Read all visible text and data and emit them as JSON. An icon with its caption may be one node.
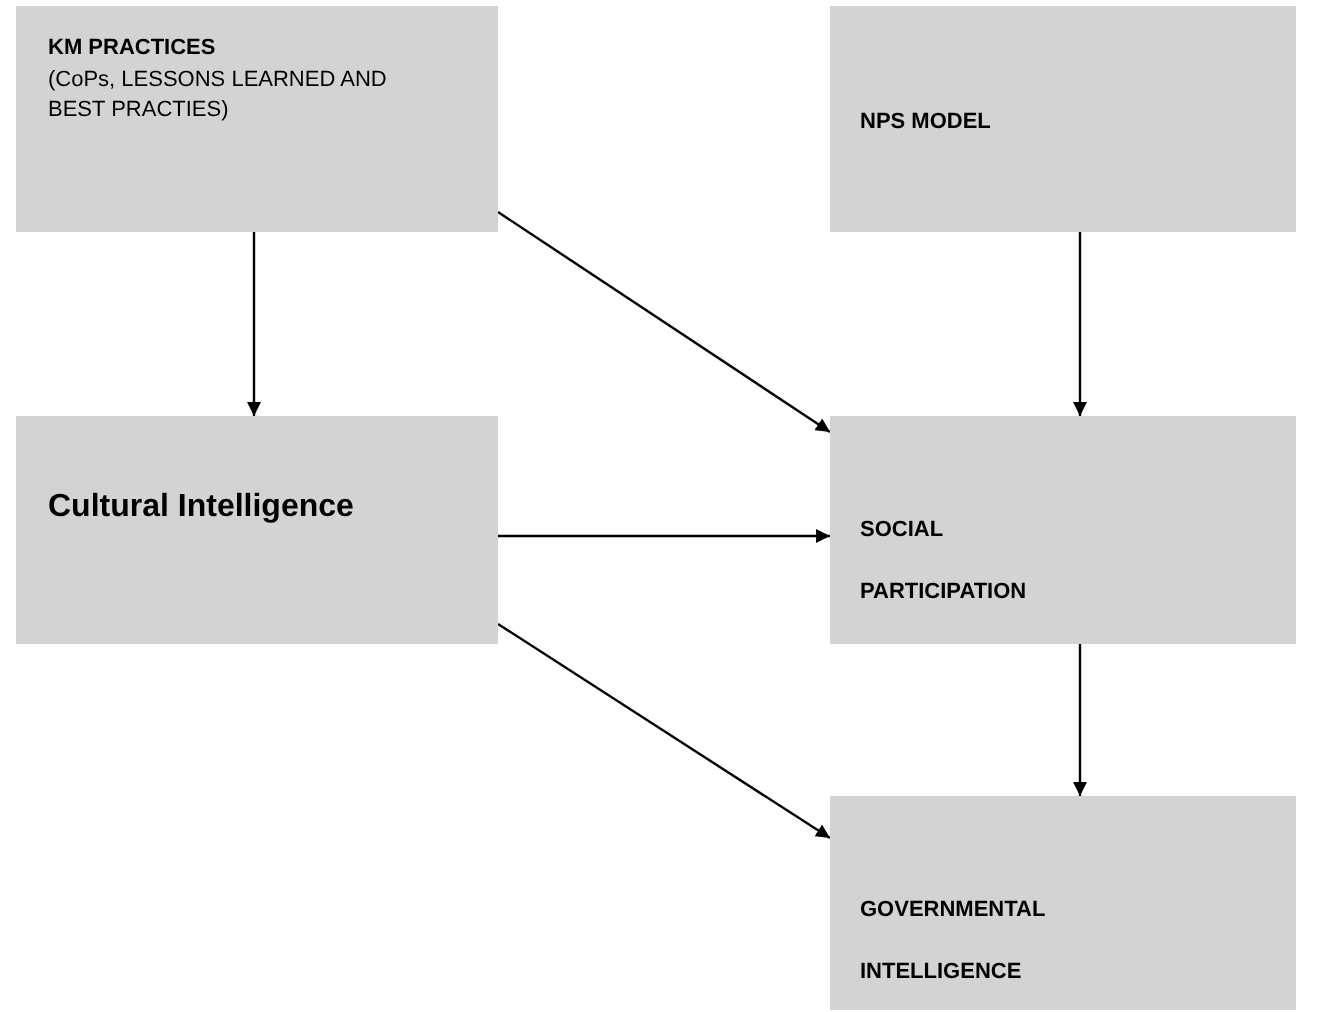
{
  "diagram": {
    "nodes": [
      {
        "text": [
          "KM PRACTICES",
          "(CoPs, LESSONS LEARNED AND BEST PRACTIES)"
        ]
      },
      {
        "text": [
          "NPS MODEL"
        ]
      },
      {
        "text": [
          "Cultural Intelligence"
        ]
      },
      {
        "text": [
          "SOCIAL PARTICIPATION"
        ]
      },
      {
        "text": [
          "GOVERNMENTAL INTELLIGENCE"
        ]
      }
    ],
    "edges": [
      {
        "from": 0,
        "to": 2,
        "arrow": "to"
      },
      {
        "from": 0,
        "to": 3,
        "arrow": "to"
      },
      {
        "from": 1,
        "to": 3,
        "arrow": "to"
      },
      {
        "from": 2,
        "to": 3,
        "arrow": "to"
      },
      {
        "from": 2,
        "to": 4,
        "arrow": "to"
      },
      {
        "from": 3,
        "to": 4,
        "arrow": "to"
      }
    ]
  }
}
